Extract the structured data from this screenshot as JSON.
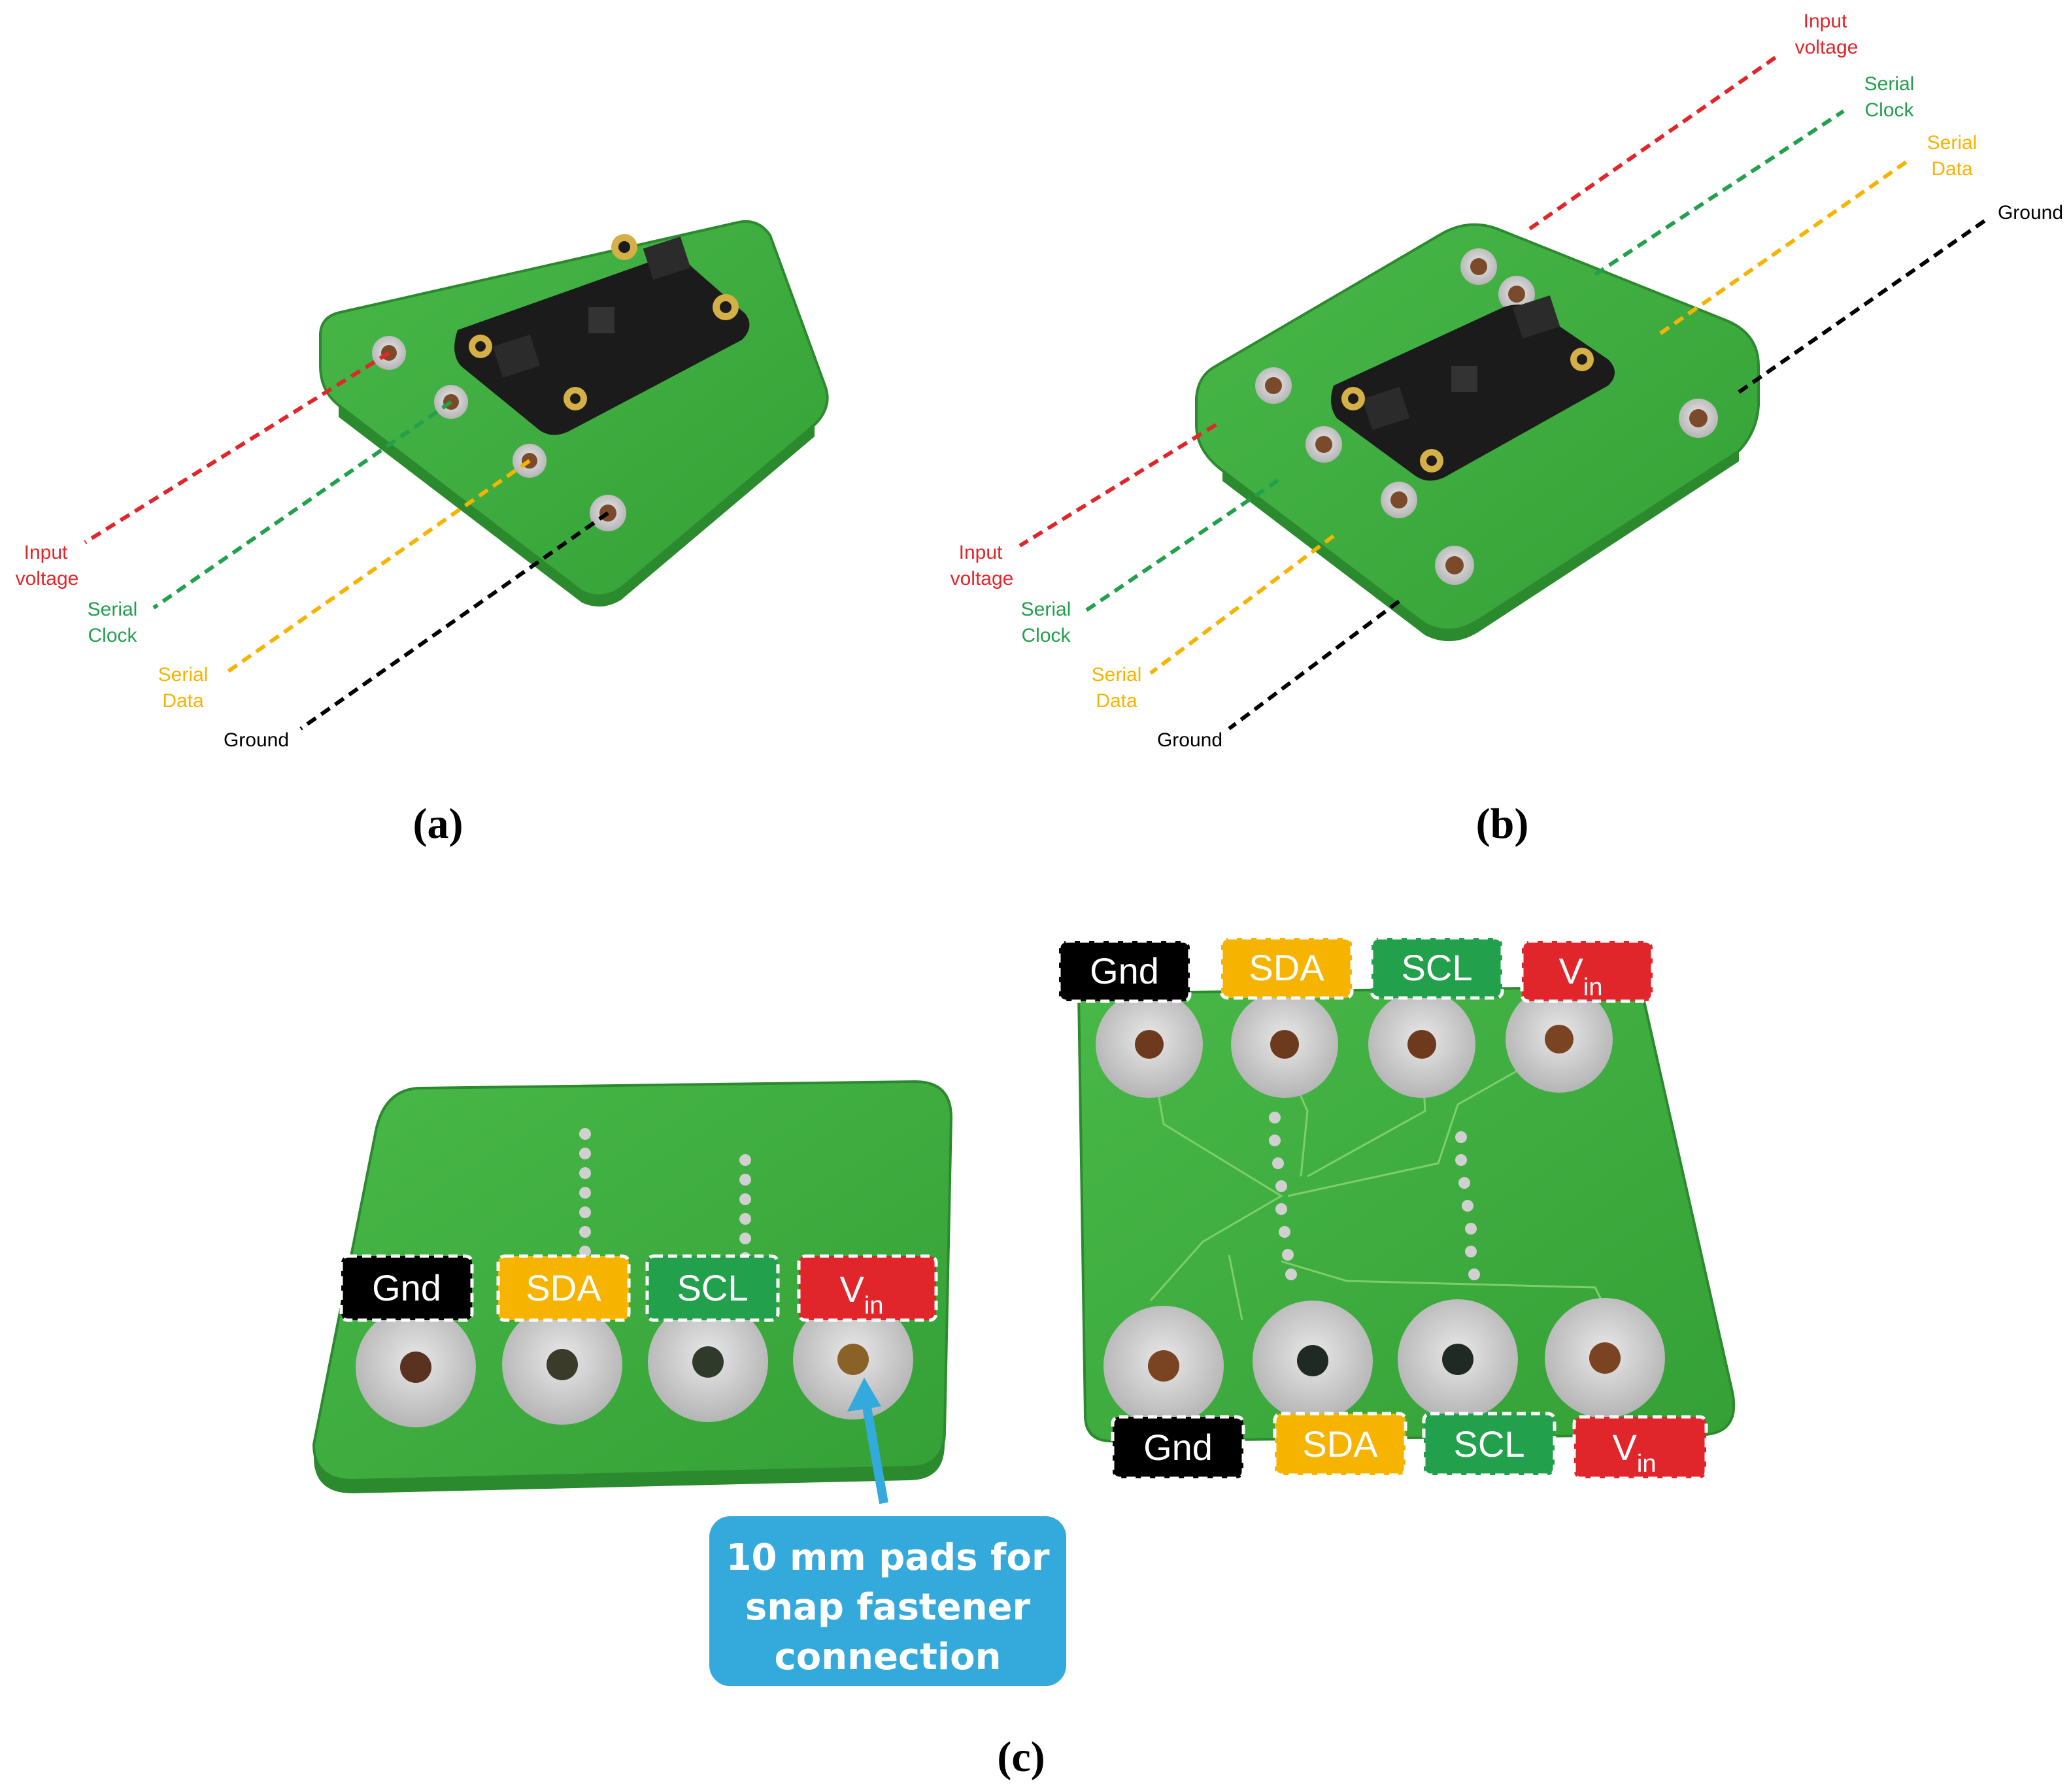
{
  "colors": {
    "vin": "#e0262b",
    "scl": "#22a04b",
    "sda": "#f6b400",
    "gnd": "#000000",
    "pcb": "#3fae3f",
    "pcb_edge": "#2c8a2e",
    "pad": "#c9c9c9",
    "callout": "#33aadb"
  },
  "panel_a": {
    "caption": "(a)",
    "labels": {
      "input_voltage": [
        "Input",
        "voltage"
      ],
      "serial_clock": [
        "Serial",
        "Clock"
      ],
      "serial_data": [
        "Serial",
        "Data"
      ],
      "ground": "Ground"
    }
  },
  "panel_b": {
    "caption": "(b)",
    "labels_right": {
      "input_voltage": [
        "Input",
        "voltage"
      ],
      "serial_clock": [
        "Serial",
        "Clock"
      ],
      "serial_data": [
        "Serial",
        "Data"
      ],
      "ground": "Ground"
    },
    "labels_left": {
      "input_voltage": [
        "Input",
        "voltage"
      ],
      "serial_clock": [
        "Serial",
        "Clock"
      ],
      "serial_data": [
        "Serial",
        "Data"
      ],
      "ground": "Ground"
    }
  },
  "panel_c": {
    "caption": "(c)",
    "tags": {
      "gnd": "Gnd",
      "sda": "SDA",
      "scl": "SCL",
      "vin_main": "V",
      "vin_sub": "in"
    },
    "callout": [
      "10 mm pads for",
      "snap fastener",
      "connection"
    ]
  }
}
